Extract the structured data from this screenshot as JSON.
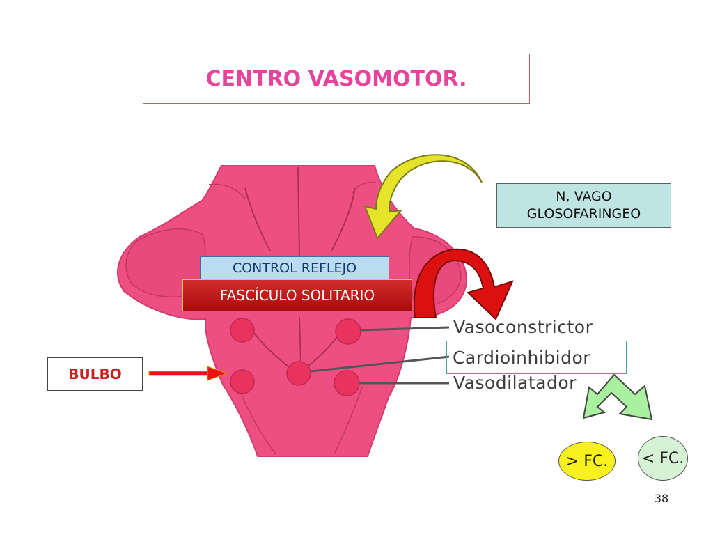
{
  "title": "CENTRO VASOMOTOR.",
  "labels": {
    "vago": "N, VAGO GLOSOFARINGEO",
    "control": "CONTROL REFLEJO",
    "fasciculo": "FASCÍCULO SOLITARIO",
    "bulbo": "BULBO",
    "vasoconstrictor": "Vasoconstrictor",
    "cardioinhibidor": "Cardioinhibidor",
    "vasodilatador": "Vasodilatador",
    "fc_more": "> FC.",
    "fc_less": "< FC."
  },
  "page_number": "38",
  "colors": {
    "title": "#e8439a",
    "brainstem": "#ee4f82",
    "nuclei": "#e8335f",
    "yellow_arrow": "#e5e32a",
    "red_arrow": "#dd1010",
    "green_arrow": "#a9f0a0",
    "bulbo_arrow": "#ee1111"
  },
  "icons": [
    "curved-yellow-arrow-icon",
    "curved-red-arrow-icon",
    "split-green-arrow-icon",
    "right-arrow-icon"
  ]
}
